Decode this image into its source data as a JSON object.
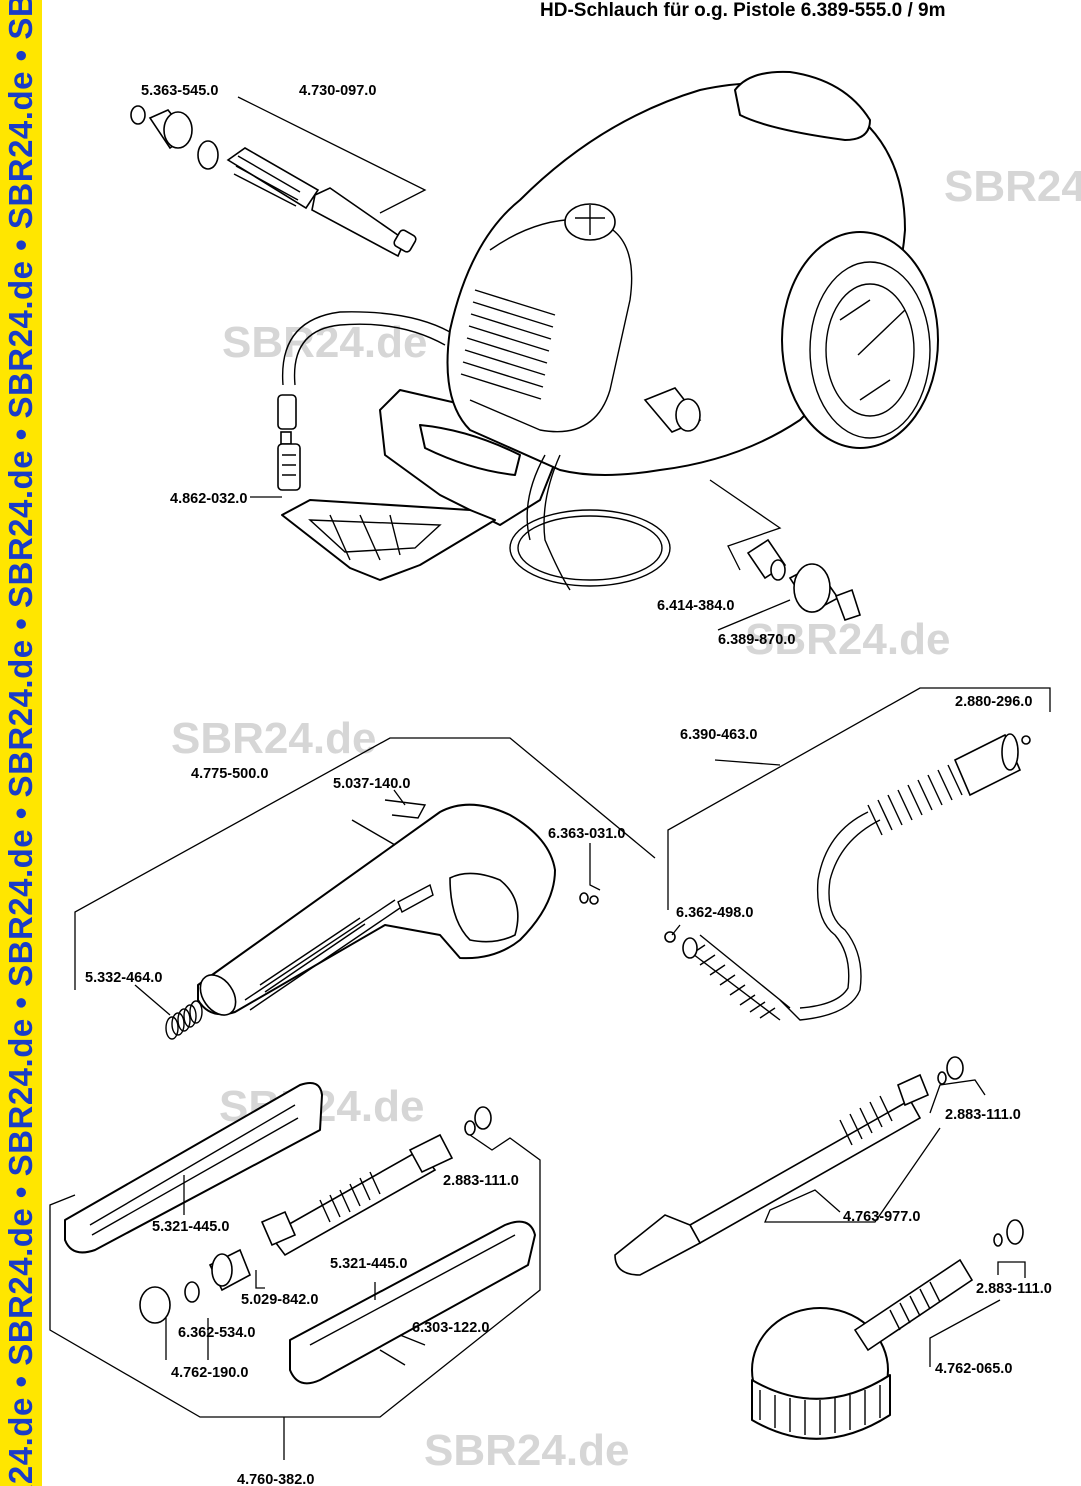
{
  "header": {
    "title": "HD-Schlauch für o.g. Pistole 6.389-555.0 / 9m"
  },
  "side_stripe": {
    "text": "SBR24.de • SBR24.de • SBR24.de • SBR24.de • SBR24.de • SBR24.de • SBR24.de • SBR24.de • SBR24",
    "background": "#ffe600",
    "text_color": "#1a3cc8"
  },
  "watermarks": [
    "SBR24",
    "SBR24.de",
    "SBR24.de",
    "SBR24.de",
    "SBR24.de",
    "SBR24.de"
  ],
  "parts": {
    "p_5363545": "5.363-545.0",
    "p_4730097": "4.730-097.0",
    "p_4862032": "4.862-032.0",
    "p_6414384": "6.414-384.0",
    "p_6389870": "6.389-870.0",
    "p_4775500": "4.775-500.0",
    "p_5037140": "5.037-140.0",
    "p_6363031": "6.363-031.0",
    "p_5332464": "5.332-464.0",
    "p_6390463": "6.390-463.0",
    "p_2880296": "2.880-296.0",
    "p_6362498": "6.362-498.0",
    "p_5321445a": "5.321-445.0",
    "p_2883111a": "2.883-111.0",
    "p_5029842": "5.029-842.0",
    "p_5321445b": "5.321-445.0",
    "p_6362534": "6.362-534.0",
    "p_6303122": "6.303-122.0",
    "p_4762190": "4.762-190.0",
    "p_4760382": "4.760-382.0",
    "p_2883111b": "2.883-111.0",
    "p_4763977": "4.763-977.0",
    "p_2883111c": "2.883-111.0",
    "p_4762065": "4.762-065.0"
  }
}
